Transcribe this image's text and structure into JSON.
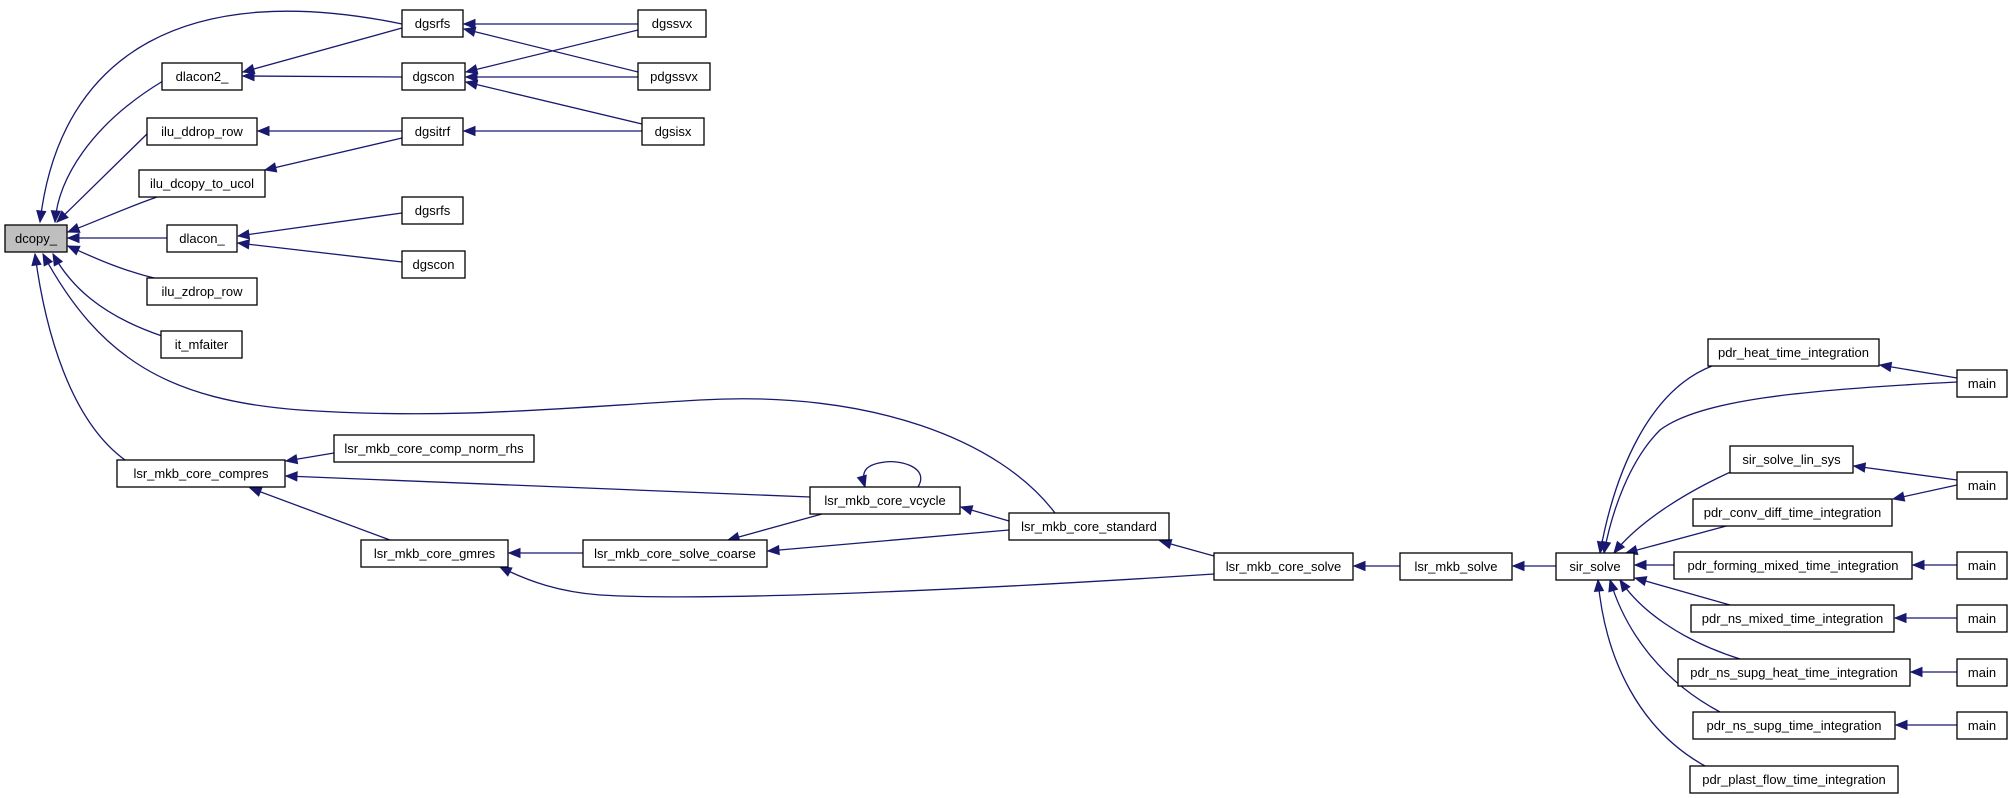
{
  "graph": {
    "colors": {
      "edge": "#191970",
      "node_border": "#000000",
      "focus_fill": "#bfbfbf"
    },
    "nodes": [
      {
        "id": "n_dcopy",
        "label": "dcopy_",
        "focus": true
      },
      {
        "id": "n_dlacon2",
        "label": "dlacon2_"
      },
      {
        "id": "n_ilu_ddrop",
        "label": "ilu_ddrop_row"
      },
      {
        "id": "n_ilu_dcopy",
        "label": "ilu_dcopy_to_ucol"
      },
      {
        "id": "n_dlacon",
        "label": "dlacon_"
      },
      {
        "id": "n_ilu_zdrop",
        "label": "ilu_zdrop_row"
      },
      {
        "id": "n_it_mfaiter",
        "label": "it_mfaiter"
      },
      {
        "id": "n_lsr_compres",
        "label": "lsr_mkb_core_compres"
      },
      {
        "id": "n_lsr_gmres",
        "label": "lsr_mkb_core_gmres"
      },
      {
        "id": "n_lsr_comp_norm",
        "label": "lsr_mkb_core_comp_norm_rhs"
      },
      {
        "id": "n_lsr_solve_coarse",
        "label": "lsr_mkb_core_solve_coarse"
      },
      {
        "id": "n_lsr_vcycle",
        "label": "lsr_mkb_core_vcycle"
      },
      {
        "id": "n_lsr_standard",
        "label": "lsr_mkb_core_standard"
      },
      {
        "id": "n_lsr_core_solve",
        "label": "lsr_mkb_core_solve"
      },
      {
        "id": "n_lsr_solve",
        "label": "lsr_mkb_solve"
      },
      {
        "id": "n_sir_solve",
        "label": "sir_solve"
      },
      {
        "id": "n_dgsrfs_a",
        "label": "dgsrfs"
      },
      {
        "id": "n_dgscon_a",
        "label": "dgscon"
      },
      {
        "id": "n_dgsitrf",
        "label": "dgsitrf"
      },
      {
        "id": "n_dgsrfs_b",
        "label": "dgsrfs"
      },
      {
        "id": "n_dgscon_b",
        "label": "dgscon"
      },
      {
        "id": "n_dgssvx",
        "label": "dgssvx"
      },
      {
        "id": "n_pdgssvx",
        "label": "pdgssvx"
      },
      {
        "id": "n_dgsisx",
        "label": "dgsisx"
      },
      {
        "id": "n_pdr_heat",
        "label": "pdr_heat_time_integration"
      },
      {
        "id": "n_sir_lin",
        "label": "sir_solve_lin_sys"
      },
      {
        "id": "n_pdr_conv",
        "label": "pdr_conv_diff_time_integration"
      },
      {
        "id": "n_pdr_forming",
        "label": "pdr_forming_mixed_time_integration"
      },
      {
        "id": "n_pdr_ns_mixed",
        "label": "pdr_ns_mixed_time_integration"
      },
      {
        "id": "n_pdr_ns_supg_heat",
        "label": "pdr_ns_supg_heat_time_integration"
      },
      {
        "id": "n_pdr_ns_supg",
        "label": "pdr_ns_supg_time_integration"
      },
      {
        "id": "n_pdr_plast",
        "label": "pdr_plast_flow_time_integration"
      },
      {
        "id": "n_main_1",
        "label": "main"
      },
      {
        "id": "n_main_2",
        "label": "main"
      },
      {
        "id": "n_main_3",
        "label": "main"
      },
      {
        "id": "n_main_4",
        "label": "main"
      },
      {
        "id": "n_main_5",
        "label": "main"
      },
      {
        "id": "n_main_6",
        "label": "main"
      }
    ],
    "edges": [
      {
        "from": "n_dlacon2",
        "to": "n_dcopy"
      },
      {
        "from": "n_ilu_ddrop",
        "to": "n_dcopy"
      },
      {
        "from": "n_ilu_dcopy",
        "to": "n_dcopy"
      },
      {
        "from": "n_dlacon",
        "to": "n_dcopy"
      },
      {
        "from": "n_ilu_zdrop",
        "to": "n_dcopy"
      },
      {
        "from": "n_it_mfaiter",
        "to": "n_dcopy"
      },
      {
        "from": "n_dgsrfs_a",
        "to": "n_dcopy"
      },
      {
        "from": "n_lsr_compres",
        "to": "n_dcopy"
      },
      {
        "from": "n_lsr_standard",
        "to": "n_dcopy"
      },
      {
        "from": "n_dgsrfs_a",
        "to": "n_dlacon2"
      },
      {
        "from": "n_dgscon_a",
        "to": "n_dlacon2"
      },
      {
        "from": "n_dgsitrf",
        "to": "n_ilu_ddrop"
      },
      {
        "from": "n_dgsitrf",
        "to": "n_ilu_dcopy"
      },
      {
        "from": "n_dgsrfs_b",
        "to": "n_dlacon"
      },
      {
        "from": "n_dgscon_b",
        "to": "n_dlacon"
      },
      {
        "from": "n_dgssvx",
        "to": "n_dgsrfs_a"
      },
      {
        "from": "n_pdgssvx",
        "to": "n_dgsrfs_a"
      },
      {
        "from": "n_dgssvx",
        "to": "n_dgscon_a"
      },
      {
        "from": "n_pdgssvx",
        "to": "n_dgscon_a"
      },
      {
        "from": "n_dgsisx",
        "to": "n_dgscon_a"
      },
      {
        "from": "n_dgsisx",
        "to": "n_dgsitrf"
      },
      {
        "from": "n_lsr_comp_norm",
        "to": "n_lsr_compres"
      },
      {
        "from": "n_lsr_vcycle",
        "to": "n_lsr_compres"
      },
      {
        "from": "n_lsr_gmres",
        "to": "n_lsr_compres"
      },
      {
        "from": "n_lsr_solve_coarse",
        "to": "n_lsr_gmres"
      },
      {
        "from": "n_lsr_core_solve",
        "to": "n_lsr_gmres"
      },
      {
        "from": "n_lsr_vcycle",
        "to": "n_lsr_solve_coarse"
      },
      {
        "from": "n_lsr_vcycle",
        "to": "n_lsr_vcycle"
      },
      {
        "from": "n_lsr_standard",
        "to": "n_lsr_vcycle"
      },
      {
        "from": "n_lsr_standard",
        "to": "n_lsr_solve_coarse"
      },
      {
        "from": "n_lsr_core_solve",
        "to": "n_lsr_standard"
      },
      {
        "from": "n_lsr_solve",
        "to": "n_lsr_core_solve"
      },
      {
        "from": "n_sir_solve",
        "to": "n_lsr_solve"
      },
      {
        "from": "n_pdr_heat",
        "to": "n_sir_solve"
      },
      {
        "from": "n_main_1",
        "to": "n_sir_solve"
      },
      {
        "from": "n_sir_lin",
        "to": "n_sir_solve"
      },
      {
        "from": "n_pdr_conv",
        "to": "n_sir_solve"
      },
      {
        "from": "n_pdr_forming",
        "to": "n_sir_solve"
      },
      {
        "from": "n_pdr_ns_mixed",
        "to": "n_sir_solve"
      },
      {
        "from": "n_pdr_ns_supg_heat",
        "to": "n_sir_solve"
      },
      {
        "from": "n_pdr_ns_supg",
        "to": "n_sir_solve"
      },
      {
        "from": "n_pdr_plast",
        "to": "n_sir_solve"
      },
      {
        "from": "n_main_1",
        "to": "n_pdr_heat"
      },
      {
        "from": "n_main_2",
        "to": "n_sir_lin"
      },
      {
        "from": "n_main_2",
        "to": "n_pdr_conv"
      },
      {
        "from": "n_main_3",
        "to": "n_pdr_forming"
      },
      {
        "from": "n_main_4",
        "to": "n_pdr_ns_mixed"
      },
      {
        "from": "n_main_5",
        "to": "n_pdr_ns_supg_heat"
      },
      {
        "from": "n_main_6",
        "to": "n_pdr_ns_supg"
      }
    ]
  }
}
